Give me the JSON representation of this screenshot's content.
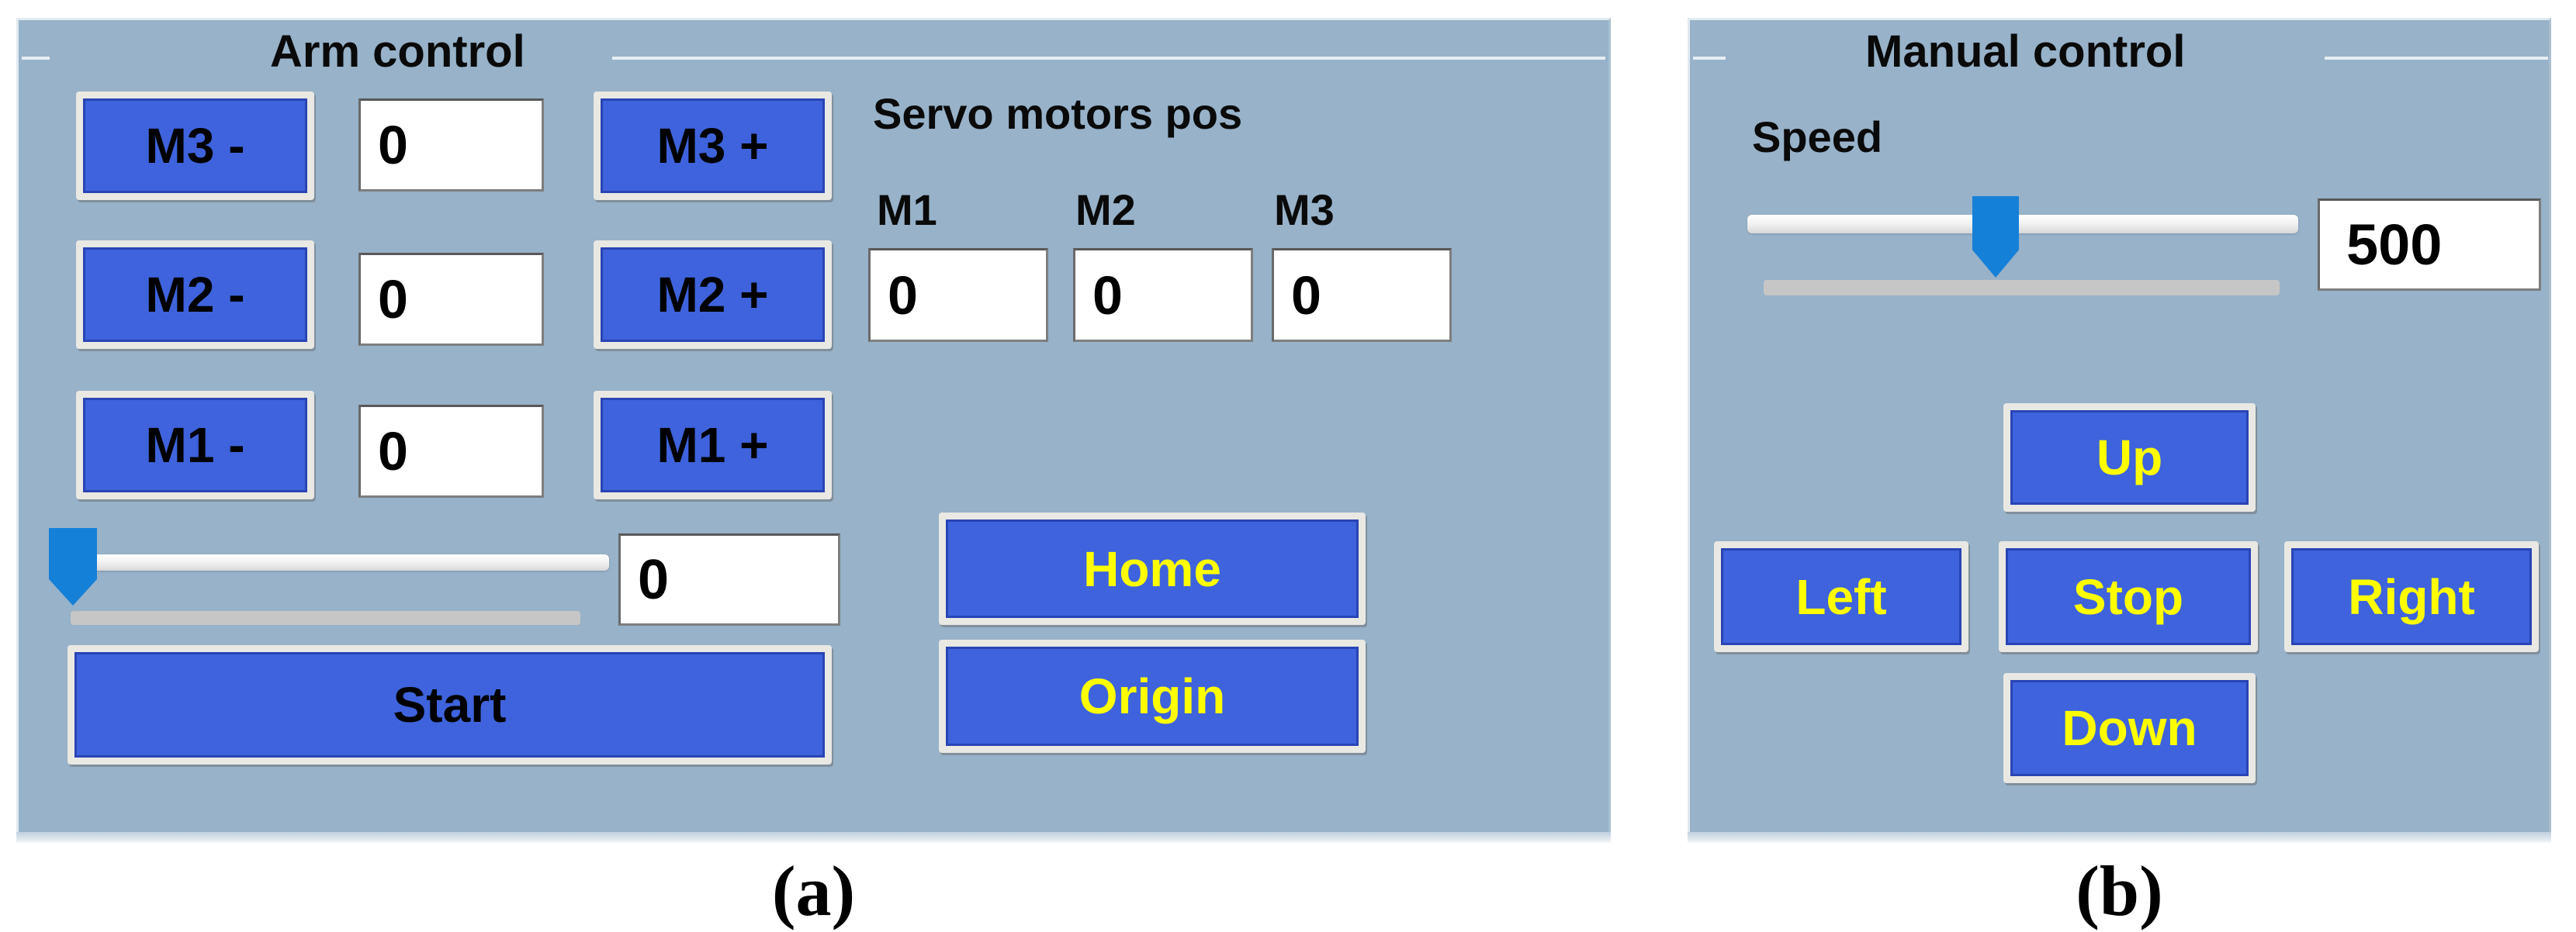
{
  "colors": {
    "panel_background": "#97B2C9",
    "button_blue": "#3E63DC",
    "button_text_yellow": "#FFFF00",
    "slider_thumb_blue": "#1580D8",
    "value_box_background": "#FFFFFF"
  },
  "arm_panel": {
    "title": "Arm control",
    "motor_rows": [
      {
        "minus": "M3 -",
        "value": "0",
        "plus": "M3 +"
      },
      {
        "minus": "M2 -",
        "value": "0",
        "plus": "M2 +"
      },
      {
        "minus": "M1 -",
        "value": "0",
        "plus": "M1 +"
      }
    ],
    "servo": {
      "label": "Servo motors pos",
      "columns": [
        "M1",
        "M2",
        "M3"
      ],
      "values": [
        "0",
        "0",
        "0"
      ]
    },
    "slider_value": "0",
    "start_label": "Start",
    "home_label": "Home",
    "origin_label": "Origin"
  },
  "manual_panel": {
    "title": "Manual control",
    "speed_label": "Speed",
    "speed_value": "500",
    "up_label": "Up",
    "left_label": "Left",
    "stop_label": "Stop",
    "right_label": "Right",
    "down_label": "Down"
  },
  "captions": {
    "a": "(a)",
    "b": "(b)"
  }
}
